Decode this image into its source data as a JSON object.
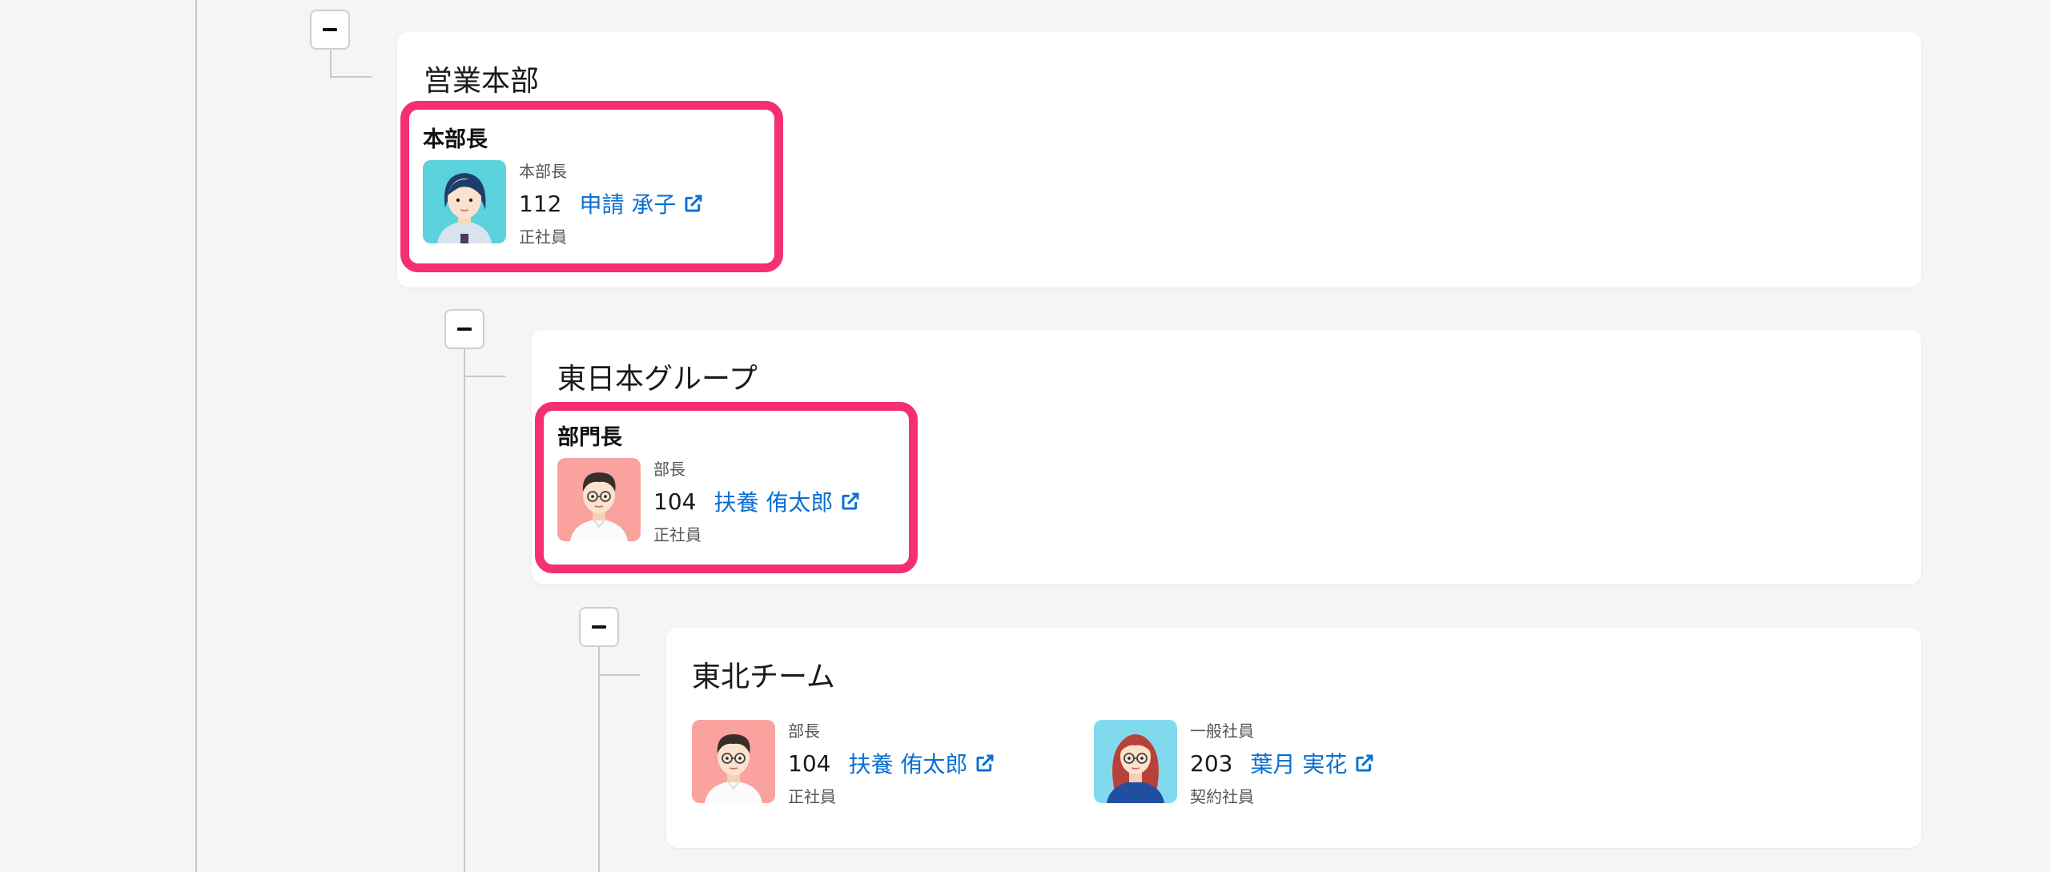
{
  "colors": {
    "highlight": "#f4306f",
    "link": "#0a6fd1",
    "background": "#f6f5f4"
  },
  "headquarters": {
    "title": "営業本部",
    "role_title": "本部長",
    "member": {
      "post": "本部長",
      "number": "112",
      "name": "申請 承子",
      "type": "正社員",
      "avatar": "female-avatar-teal"
    }
  },
  "group": {
    "title": "東日本グループ",
    "role_title": "部門長",
    "member": {
      "post": "部長",
      "number": "104",
      "name": "扶養 侑太郎",
      "type": "正社員",
      "avatar": "male-avatar-pink"
    }
  },
  "team": {
    "title": "東北チーム",
    "members": [
      {
        "post": "部長",
        "number": "104",
        "name": "扶養 侑太郎",
        "type": "正社員",
        "avatar": "male-avatar-pink"
      },
      {
        "post": "一般社員",
        "number": "203",
        "name": "葉月 実花",
        "type": "契約社員",
        "avatar": "female-avatar-blue"
      }
    ]
  },
  "icons": {
    "collapse": "minus-icon",
    "external": "external-link-icon"
  }
}
